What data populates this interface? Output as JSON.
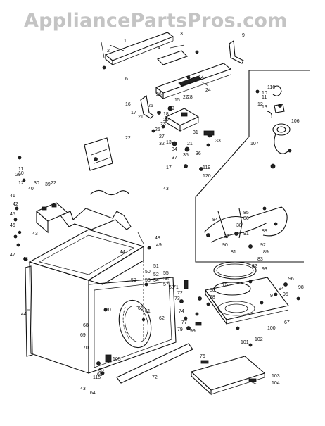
{
  "watermark": "AppliancePartsPros.com",
  "callouts": [
    "1",
    "2",
    "3",
    "4",
    "6",
    "9",
    "10",
    "11",
    "12",
    "13",
    "14",
    "15",
    "16",
    "17",
    "18",
    "19",
    "20",
    "21",
    "22",
    "23",
    "24",
    "25",
    "26",
    "27",
    "28",
    "29",
    "30",
    "31",
    "32",
    "33",
    "34",
    "35",
    "36",
    "37",
    "38",
    "39",
    "40",
    "41",
    "42",
    "43",
    "44",
    "45",
    "46",
    "47",
    "48",
    "49",
    "50",
    "51",
    "52",
    "53",
    "54",
    "55",
    "56",
    "57",
    "58",
    "59",
    "60",
    "61",
    "62",
    "63",
    "64",
    "65",
    "66",
    "67",
    "68",
    "69",
    "70",
    "71",
    "72",
    "73",
    "74",
    "75",
    "76",
    "77",
    "78",
    "79",
    "80",
    "81",
    "82",
    "83",
    "84",
    "85",
    "86",
    "87",
    "88",
    "89",
    "90",
    "91",
    "92",
    "93",
    "94",
    "95",
    "96",
    "97",
    "98",
    "99",
    "100",
    "101",
    "102",
    "103",
    "104",
    "105",
    "106",
    "107",
    "115",
    "116",
    "119",
    "120"
  ]
}
